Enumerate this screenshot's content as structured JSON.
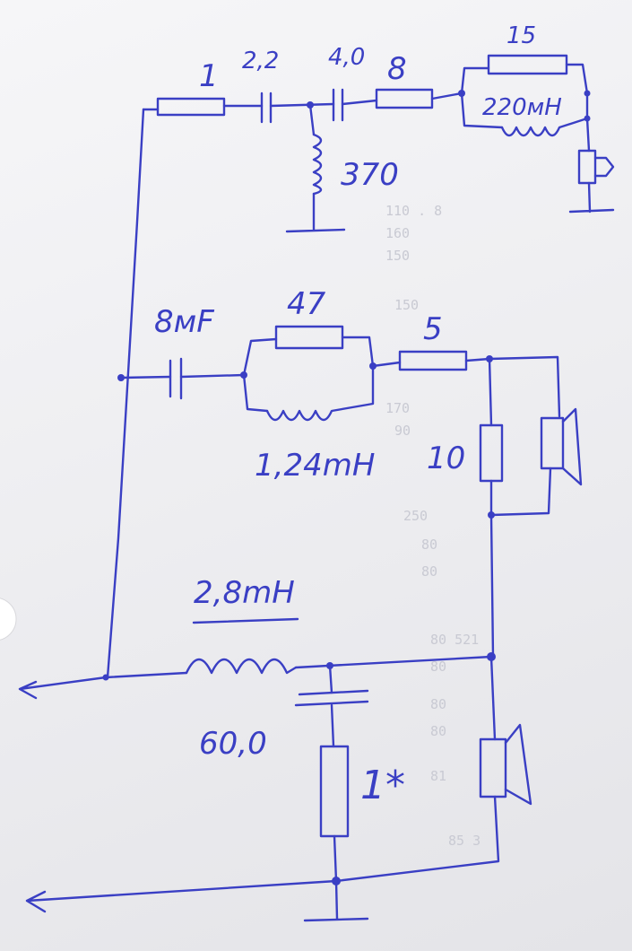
{
  "labels": {
    "r_1": "1",
    "c_2_2": "2,2",
    "c_4_0": "4,0",
    "r_8": "8",
    "r_15": "15",
    "l_220mh": "220мН",
    "r_370": "370",
    "c_8mf": "8мF",
    "r_47": "47",
    "r_5": "5",
    "l_1_24mh": "1,24mH",
    "r_10": "10",
    "l_2_8mh": "2,8mH",
    "c_60_0": "60,0",
    "r_1_star": "1*"
  },
  "colors": {
    "ink": "#3a3fc4",
    "paper": "#f2f2f4"
  }
}
